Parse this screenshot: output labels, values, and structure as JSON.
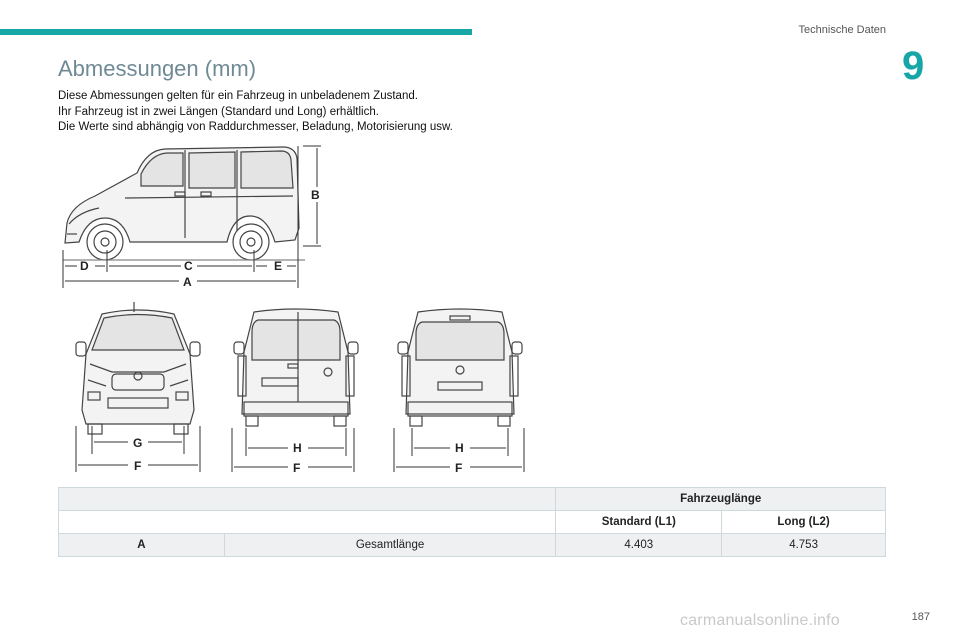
{
  "header": {
    "section_label": "Technische Daten",
    "chapter_number": "9"
  },
  "page": {
    "title": "Abmessungen (mm)",
    "intro": [
      "Diese Abmessungen gelten für ein Fahrzeug in unbeladenem Zustand.",
      "Ihr Fahrzeug ist in zwei Längen (Standard und Long) erhältlich.",
      "Die Werte sind abhängig von Raddurchmesser, Beladung, Motorisierung usw."
    ]
  },
  "figure": {
    "side_labels": {
      "a": "A",
      "b": "B",
      "c": "C",
      "d": "D",
      "e": "E"
    },
    "front_labels": {
      "g": "G",
      "f": "F"
    },
    "rear_labels": {
      "h": "H",
      "f": "F"
    },
    "rear2_labels": {
      "h": "H",
      "f": "F"
    }
  },
  "table": {
    "group_header": "Fahrzeuglänge",
    "col_l1": "Standard (L1)",
    "col_l2": "Long (L2)",
    "rows": [
      {
        "code": "A",
        "label": "Gesamtlänge",
        "l1": "4.403",
        "l2": "4.753"
      }
    ]
  },
  "footer": {
    "page_number": "187",
    "watermark": "carmanualsonline.info"
  }
}
